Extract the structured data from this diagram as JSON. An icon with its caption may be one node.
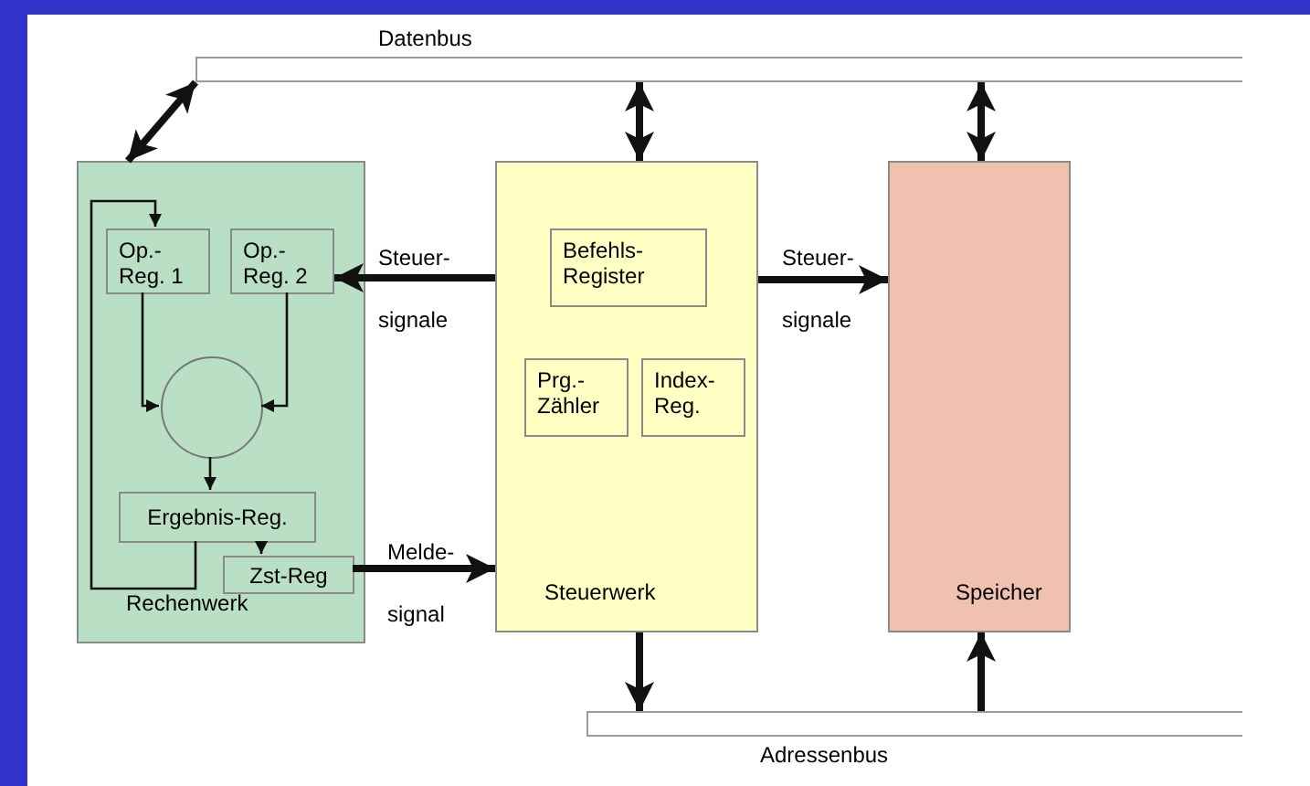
{
  "diagram": {
    "nodes": [
      {
        "text": [
          "Datenbus"
        ]
      },
      {
        "text": [
          "Rechenwerk"
        ]
      },
      {
        "text": [
          "Op.- Reg. 1"
        ],
        "in": 1
      },
      {
        "text": [
          "Op.- Reg. 2"
        ],
        "in": 1
      },
      {
        "text": [],
        "shape": "circle",
        "in": 1
      },
      {
        "text": [
          "Ergebnis-Reg."
        ],
        "in": 1
      },
      {
        "text": [
          "Zst-Reg"
        ],
        "in": 1
      },
      {
        "text": [
          "Steuerwerk"
        ]
      },
      {
        "text": [
          "Befehls- Register"
        ],
        "in": 7
      },
      {
        "text": [
          "Prg.- Zähler"
        ],
        "in": 7
      },
      {
        "text": [
          "Index- Reg."
        ],
        "in": 7
      },
      {
        "text": [
          "Speicher"
        ]
      },
      {
        "text": [
          "Adressenbus"
        ]
      }
    ],
    "edges": [
      {
        "from": 0,
        "to": 1,
        "arrow": "both"
      },
      {
        "from": 0,
        "to": 7,
        "arrow": "both"
      },
      {
        "from": 0,
        "to": 11,
        "arrow": "both"
      },
      {
        "from": 2,
        "to": 4,
        "arrow": "to"
      },
      {
        "from": 3,
        "to": 4,
        "arrow": "to"
      },
      {
        "from": 4,
        "to": 5,
        "arrow": "to"
      },
      {
        "from": 5,
        "to": 6,
        "arrow": "to"
      },
      {
        "from": 5,
        "to": 2,
        "arrow": "to"
      },
      {
        "from": 7,
        "to": 1,
        "arrow": "to",
        "label": "Steuer- signale"
      },
      {
        "from": 7,
        "to": 11,
        "arrow": "to",
        "label": "Steuer- signale"
      },
      {
        "from": 6,
        "to": 7,
        "arrow": "to",
        "label": "Melde- signal"
      },
      {
        "from": 7,
        "to": 12,
        "arrow": "to"
      },
      {
        "from": 12,
        "to": 11,
        "arrow": "to"
      }
    ]
  }
}
